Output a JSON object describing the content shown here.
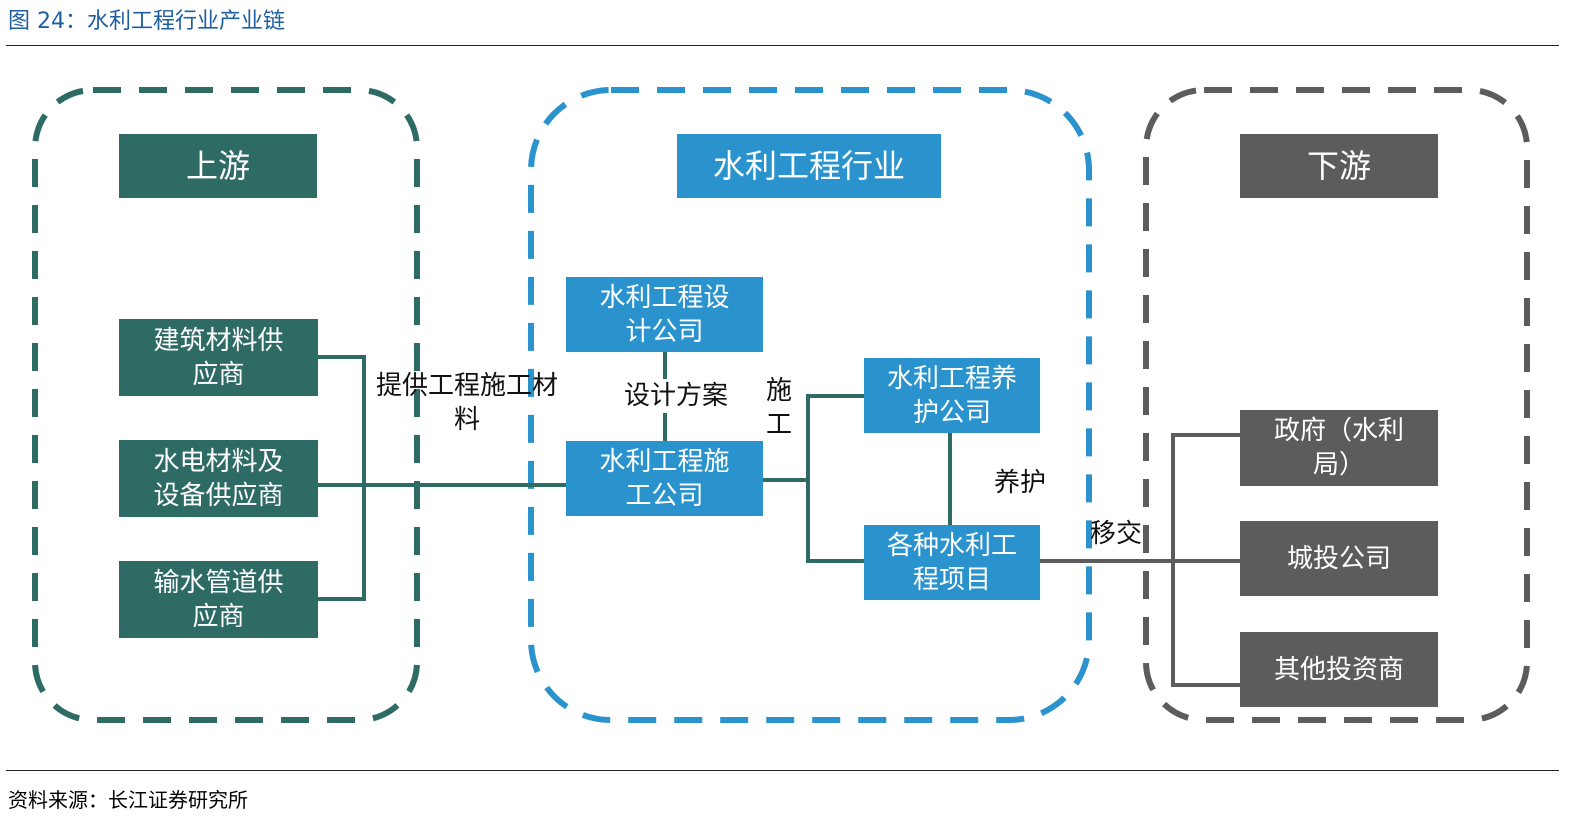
{
  "figure": {
    "title": "图 24：水利工程行业产业链",
    "source": "资料来源：长江证券研究所"
  },
  "colors": {
    "upstream": "#2e6b64",
    "industry": "#2a93cd",
    "downstream": "#5c5c5c",
    "title": "#1f5fa0"
  },
  "upstream": {
    "header": "上游",
    "items": [
      {
        "lines": [
          "建筑材料供",
          "应商"
        ]
      },
      {
        "lines": [
          "水电材料及",
          "设备供应商"
        ]
      },
      {
        "lines": [
          "输水管道供",
          "应商"
        ]
      }
    ]
  },
  "industry": {
    "header": "水利工程行业",
    "design": {
      "lines": [
        "水利工程设",
        "计公司"
      ]
    },
    "construction": {
      "lines": [
        "水利工程施",
        "工公司"
      ]
    },
    "maintenance": {
      "lines": [
        "水利工程养",
        "护公司"
      ]
    },
    "projects": {
      "lines": [
        "各种水利工",
        "程项目"
      ]
    }
  },
  "downstream": {
    "header": "下游",
    "items": [
      {
        "lines": [
          "政府（水利",
          "局）"
        ]
      },
      {
        "lines": [
          "城投公司"
        ]
      },
      {
        "lines": [
          "其他投资商"
        ]
      }
    ]
  },
  "edge_labels": {
    "supply": [
      "提供工程施工材",
      "料"
    ],
    "design_plan": "设计方案",
    "construct": [
      "施",
      "工"
    ],
    "maintain": "养护",
    "transfer": "移交"
  }
}
